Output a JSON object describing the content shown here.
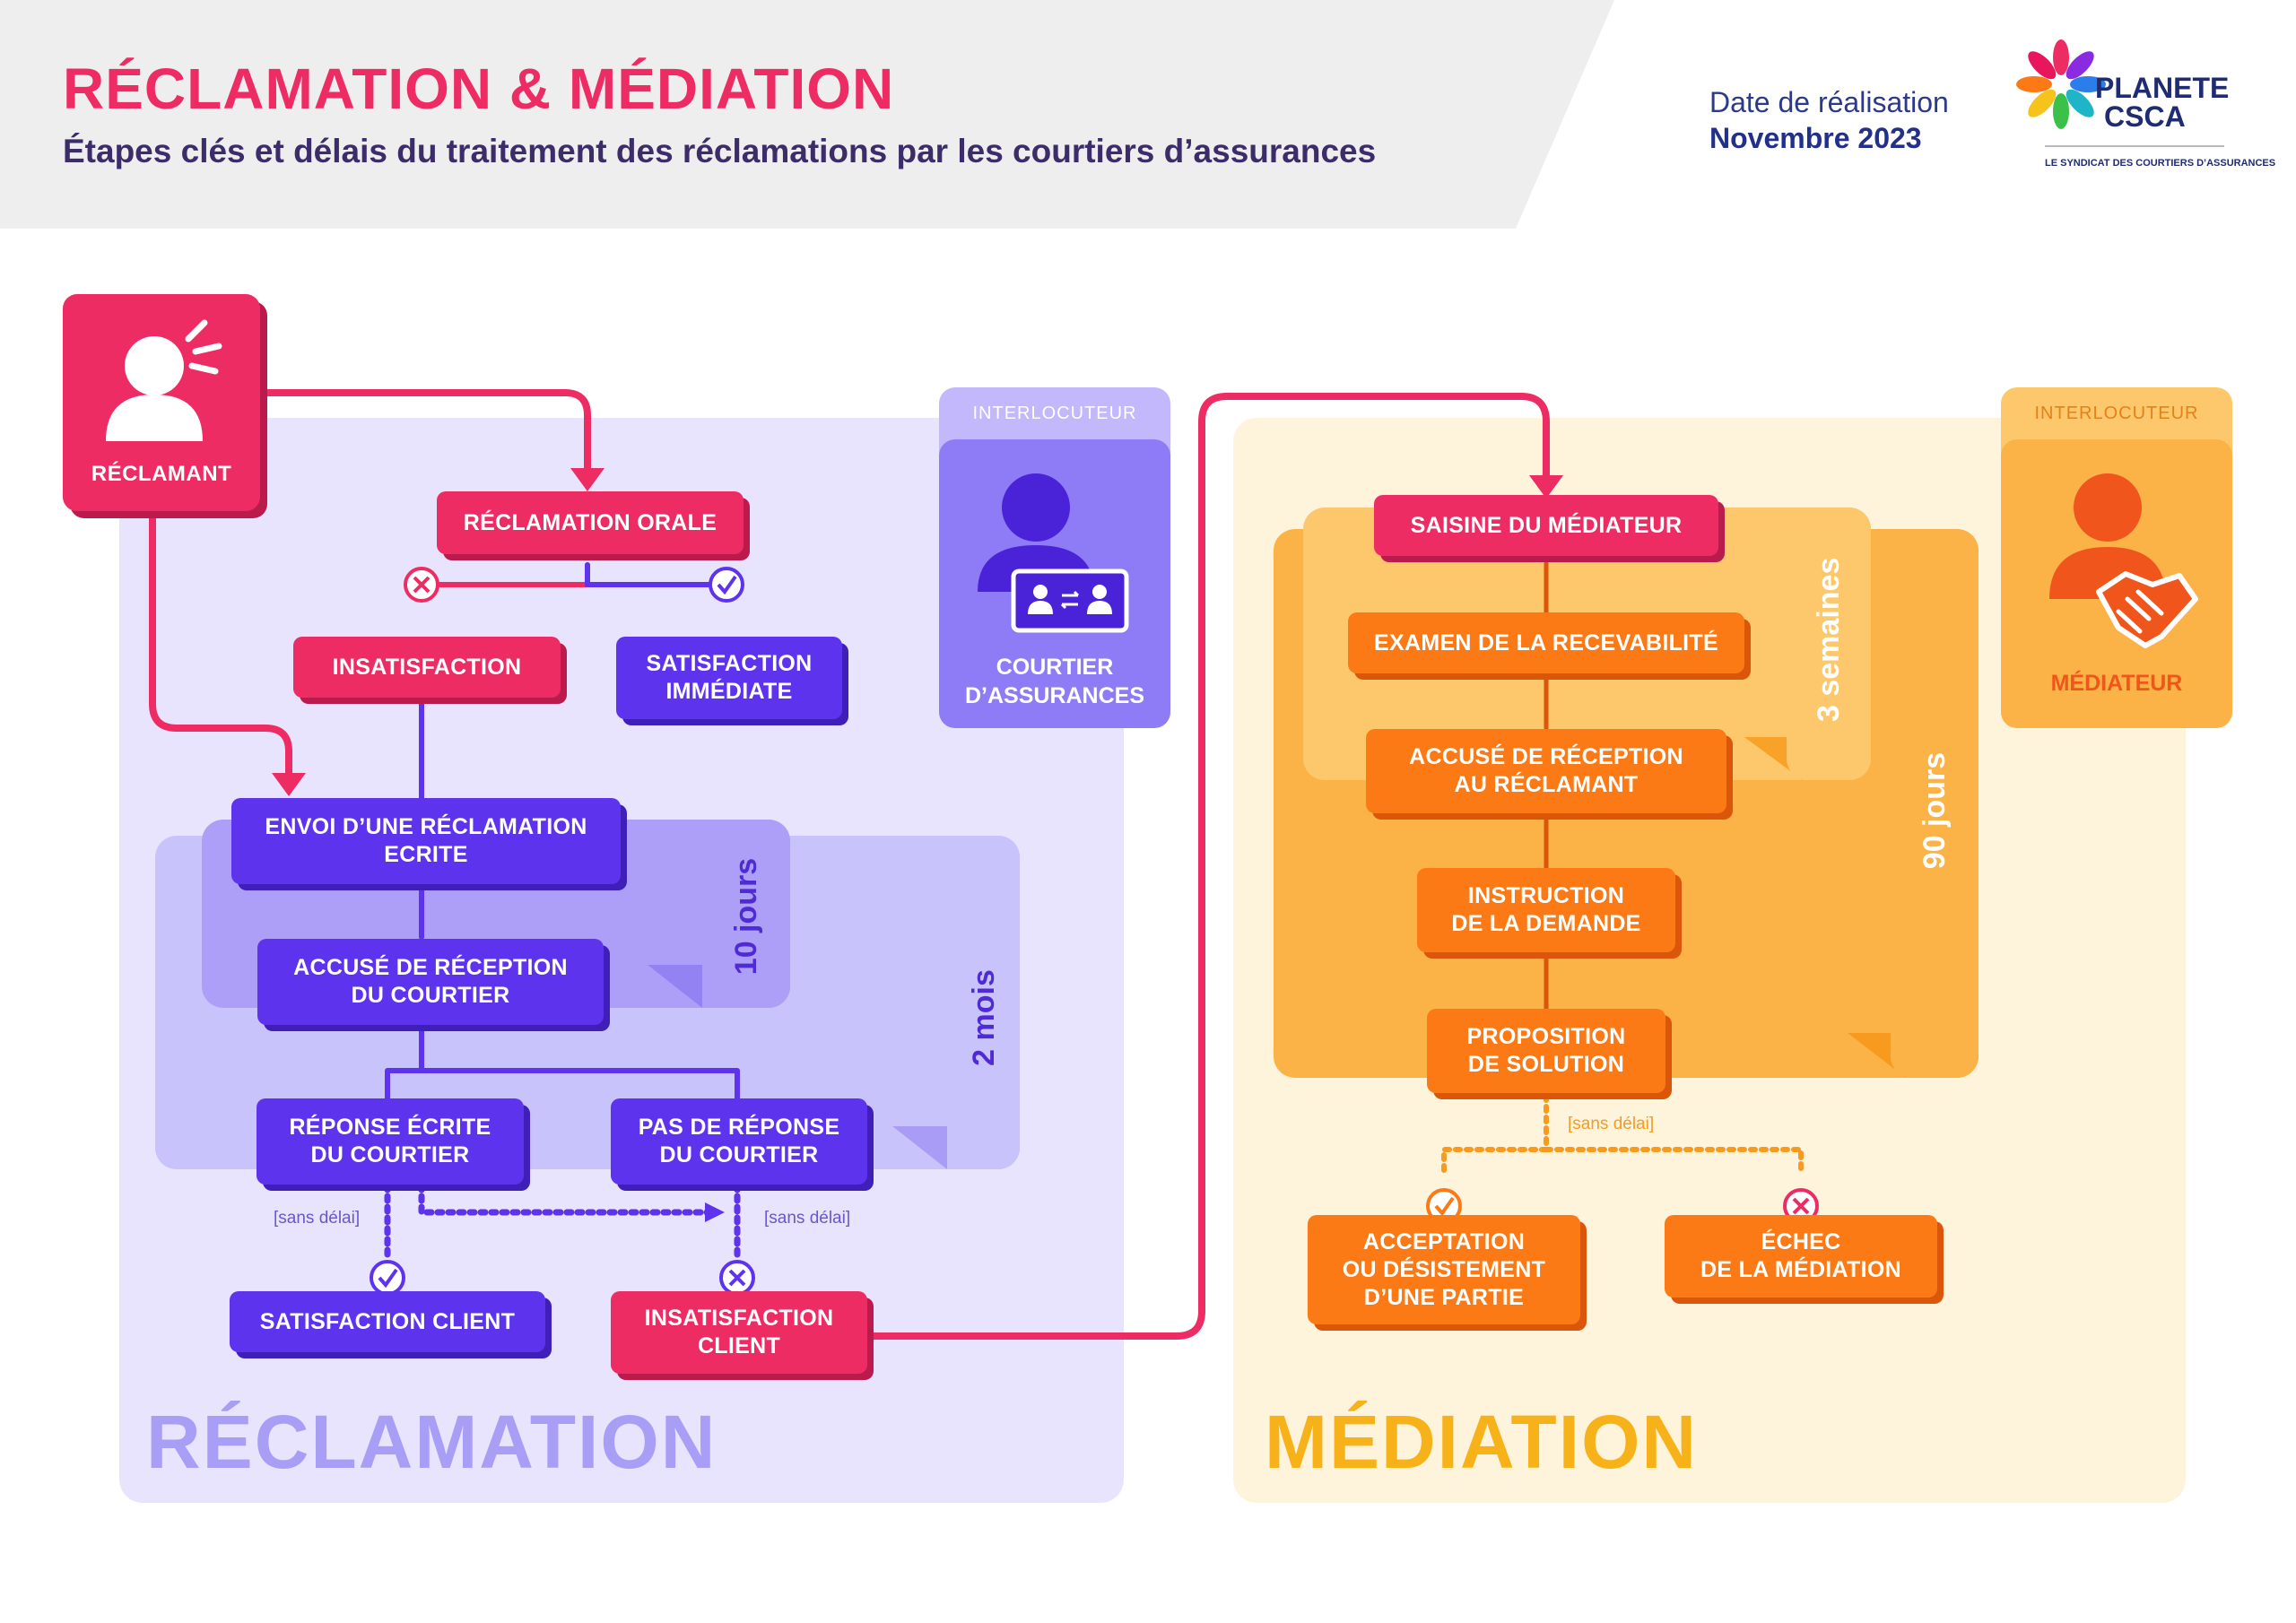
{
  "header": {
    "title": "RÉCLAMATION & MÉDIATION",
    "subtitle": "Étapes clés et délais du traitement des réclamations par les courtiers d’assurances",
    "date_label": "Date de réalisation",
    "date_value": "Novembre 2023",
    "logo_line1": "PLANETE",
    "logo_line2": "CSCA",
    "logo_tagline": "LE SYNDICAT DES COURTIERS D’ASSURANCES"
  },
  "colors": {
    "pink": "#ee2c64",
    "purple": "#5d33ee",
    "orange": "#fb7a16",
    "reclamation_bg": "#e8e4fd",
    "mediation_bg": "#fef4dc"
  },
  "reclamant": {
    "label": "RÉCLAMANT",
    "icon": "person-speaking-icon"
  },
  "reclamation": {
    "section_label": "RÉCLAMATION",
    "oral": "RÉCLAMATION ORALE",
    "insatisfaction": "INSATISFACTION",
    "satisfaction_immediate": "SATISFACTION\nIMMÉDIATE",
    "envoi_ecrite": "ENVOI D’UNE RÉCLAMATION\nECRITE",
    "accuse_courtier": "ACCUSÉ DE RÉCEPTION\nDU COURTIER",
    "reponse_ecrite": "RÉPONSE ÉCRITE\nDU COURTIER",
    "pas_de_reponse": "PAS DE RÉPONSE\nDU COURTIER",
    "satisfaction_client": "SATISFACTION CLIENT",
    "insatisfaction_client": "INSATISFACTION\nCLIENT",
    "sans_delai_1": "[sans délai]",
    "sans_delai_2": "[sans délai]",
    "delay_10": "10 jours",
    "delay_2m": "2 mois",
    "interlocuteur_label": "INTERLOCUTEUR",
    "interlocuteur_name": "COURTIER\nD’ASSURANCES"
  },
  "mediation": {
    "section_label": "MÉDIATION",
    "saisine": "SAISINE DU MÉDIATEUR",
    "examen": "EXAMEN DE LA RECEVABILITÉ",
    "accuse_reclamant": "ACCUSÉ DE RÉCEPTION\nAU RÉCLAMANT",
    "instruction": "INSTRUCTION\nDE LA DEMANDE",
    "proposition": "PROPOSITION\nDE SOLUTION",
    "sans_delai": "[sans délai]",
    "acceptation": "ACCEPTATION\nOU DÉSISTEMENT\nD’UNE PARTIE",
    "echec": "ÉCHEC\nDE LA MÉDIATION",
    "delay_3s": "3 semaines",
    "delay_90": "90 jours",
    "interlocuteur_label": "INTERLOCUTEUR",
    "interlocuteur_name": "MÉDIATEUR"
  }
}
